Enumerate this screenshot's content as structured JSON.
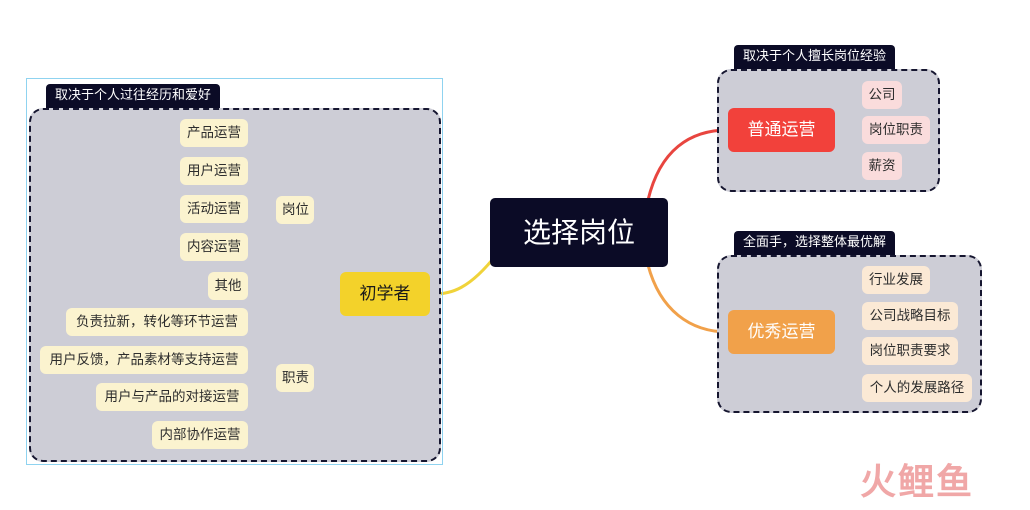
{
  "center": {
    "label": "选择岗位"
  },
  "left": {
    "tag": "取决于个人过往经历和爱好",
    "main": "初学者",
    "group_position": {
      "label": "岗位",
      "items": [
        "产品运营",
        "用户运营",
        "活动运营",
        "内容运营",
        "其他"
      ]
    },
    "group_duty": {
      "label": "职责",
      "items": [
        "负责拉新，转化等环节运营",
        "用户反馈，产品素材等支持运营",
        "用户与产品的对接运营",
        "内部协作运营"
      ]
    }
  },
  "right_top": {
    "tag": "取决于个人擅长岗位经验",
    "main": "普通运营",
    "items": [
      "公司",
      "岗位职责",
      "薪资"
    ]
  },
  "right_bottom": {
    "tag": "全面手，选择整体最优解",
    "main": "优秀运营",
    "items": [
      "行业发展",
      "公司战略目标",
      "岗位职责要求",
      "个人的发展路径"
    ]
  },
  "logo": {
    "text": "火鲤鱼"
  },
  "colors": {
    "center": "#0b0b26",
    "beginner": "#f3d22a",
    "normal": "#f2413b",
    "excellent": "#f1a14a",
    "gold_line": "#c9a227"
  }
}
